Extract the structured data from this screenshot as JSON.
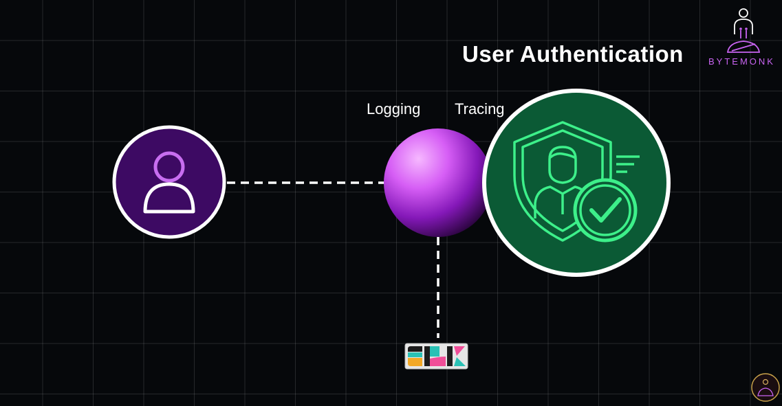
{
  "diagram": {
    "title": "User Authentication",
    "labels": {
      "logging": "Logging",
      "tracing": "Tracing"
    },
    "nodes": [
      {
        "id": "user",
        "icon": "user-icon",
        "color": "#3d0a63"
      },
      {
        "id": "gateway-sphere",
        "icon": "sphere",
        "color": "#b03ee0"
      },
      {
        "id": "auth-service",
        "icon": "shield-user-check-icon",
        "color": "#0b5a35"
      },
      {
        "id": "elk",
        "icon": "elk-logo-icon"
      }
    ],
    "edges": [
      {
        "from": "user",
        "to": "gateway-sphere",
        "style": "dashed"
      },
      {
        "from": "gateway-sphere",
        "to": "elk",
        "style": "dashed"
      }
    ]
  },
  "brand": {
    "name": "BYTEMONK",
    "color": "#c964f2",
    "icon": "monk-logo-icon"
  },
  "colors": {
    "background": "#06080b",
    "grid": "#ffffff",
    "accent_purple": "#9b2fd6",
    "accent_green": "#3df08a"
  }
}
